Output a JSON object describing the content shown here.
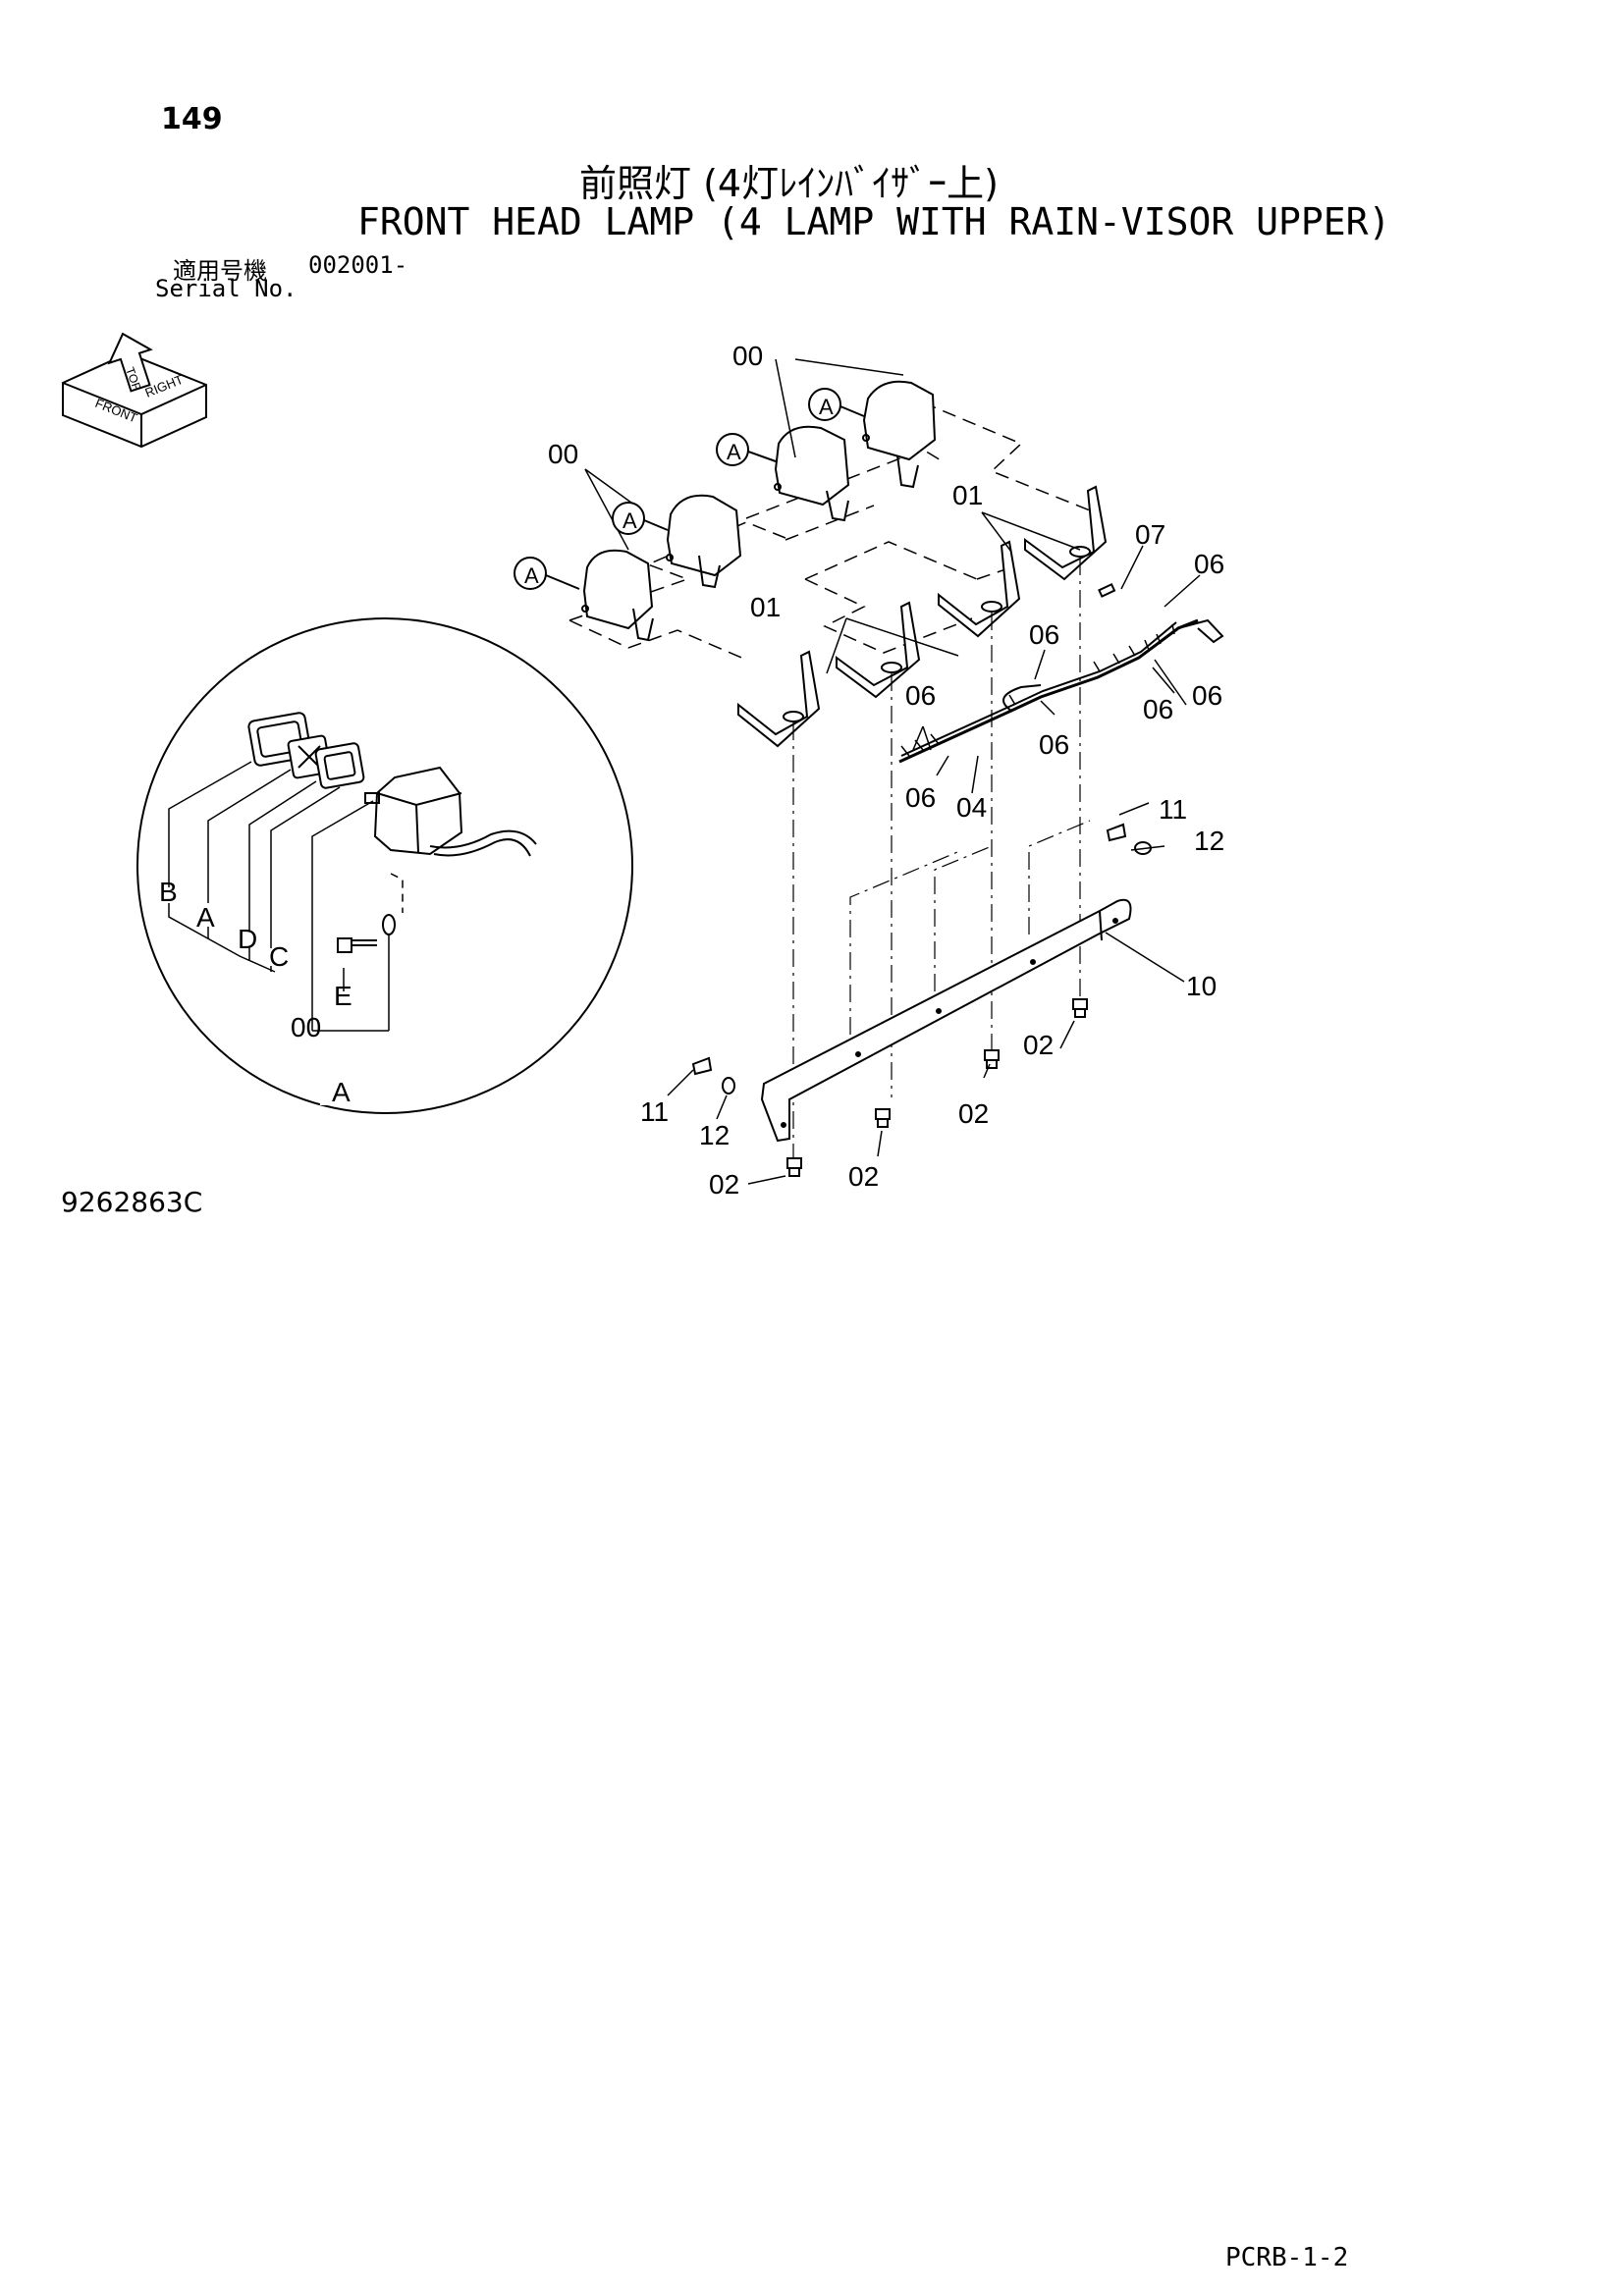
{
  "page": {
    "number": "149",
    "title_ja": "前照灯 (4灯ﾚｲﾝﾊﾞｲｻﾞｰ上)",
    "title_en": "FRONT HEAD LAMP (4 LAMP WITH RAIN-VISOR UPPER)",
    "serial_ja": "適用号機",
    "serial_value": "002001-",
    "serial_en": "Serial No.",
    "figure_id": "9262863C",
    "page_code": "PCRB-1-2"
  },
  "orientation_icon": {
    "labels": [
      "TOP",
      "FRONT",
      "RIGHT"
    ]
  },
  "callouts": {
    "c00_a": "00",
    "c00_b": "00",
    "cA1": "A",
    "cA2": "A",
    "cA3": "A",
    "cA4": "A",
    "c01_a": "01",
    "c01_b": "01",
    "c07": "07",
    "c06_a": "06",
    "c06_b": "06",
    "c06_c": "06",
    "c06_d": "06",
    "c06_e": "06",
    "c06_f": "06",
    "c06_g": "06",
    "c04": "04",
    "c11_a": "11",
    "c12_a": "12",
    "c10": "10",
    "c02_a": "02",
    "c02_b": "02",
    "c02_c": "02",
    "c02_d": "02",
    "c11_b": "11",
    "c12_b": "12"
  },
  "detail": {
    "B": "B",
    "A_inner": "A",
    "D": "D",
    "C": "C",
    "E": "E",
    "c00": "00",
    "A_label": "A"
  }
}
